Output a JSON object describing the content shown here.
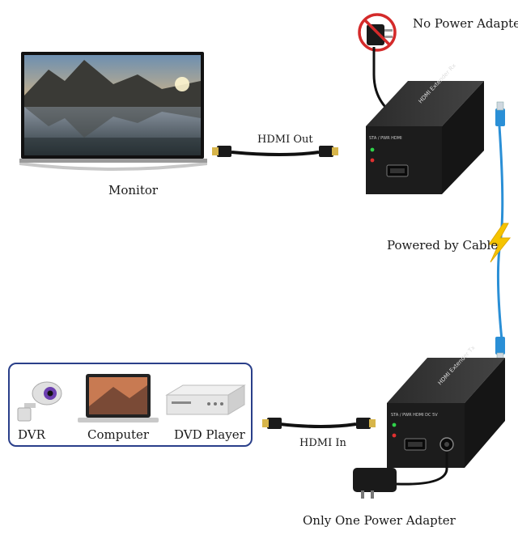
{
  "labels": {
    "no_power_adapter": "No Power Adapter",
    "monitor": "Monitor",
    "hdmi_out": "HDMI Out",
    "powered_by_cable": "Powered by Cable",
    "hdmi_in": "HDMI In",
    "only_one_power_adapter": "Only One Power Adapter"
  },
  "sources": [
    {
      "label": "DVR"
    },
    {
      "label": "Computer"
    },
    {
      "label": "DVD Player"
    }
  ],
  "device": {
    "name": "HDMI Extender",
    "badge": "Tx",
    "port_sta": "STA / PWR",
    "port_hdmi": "HDMI",
    "port_dc": "DC 5V"
  },
  "colors": {
    "device_body": "#1c1c1c",
    "cable_blue": "#2a8fd6",
    "source_border": "#2a3f8a",
    "bolt": "#f5c400",
    "prohibit": "#d42a2a"
  }
}
